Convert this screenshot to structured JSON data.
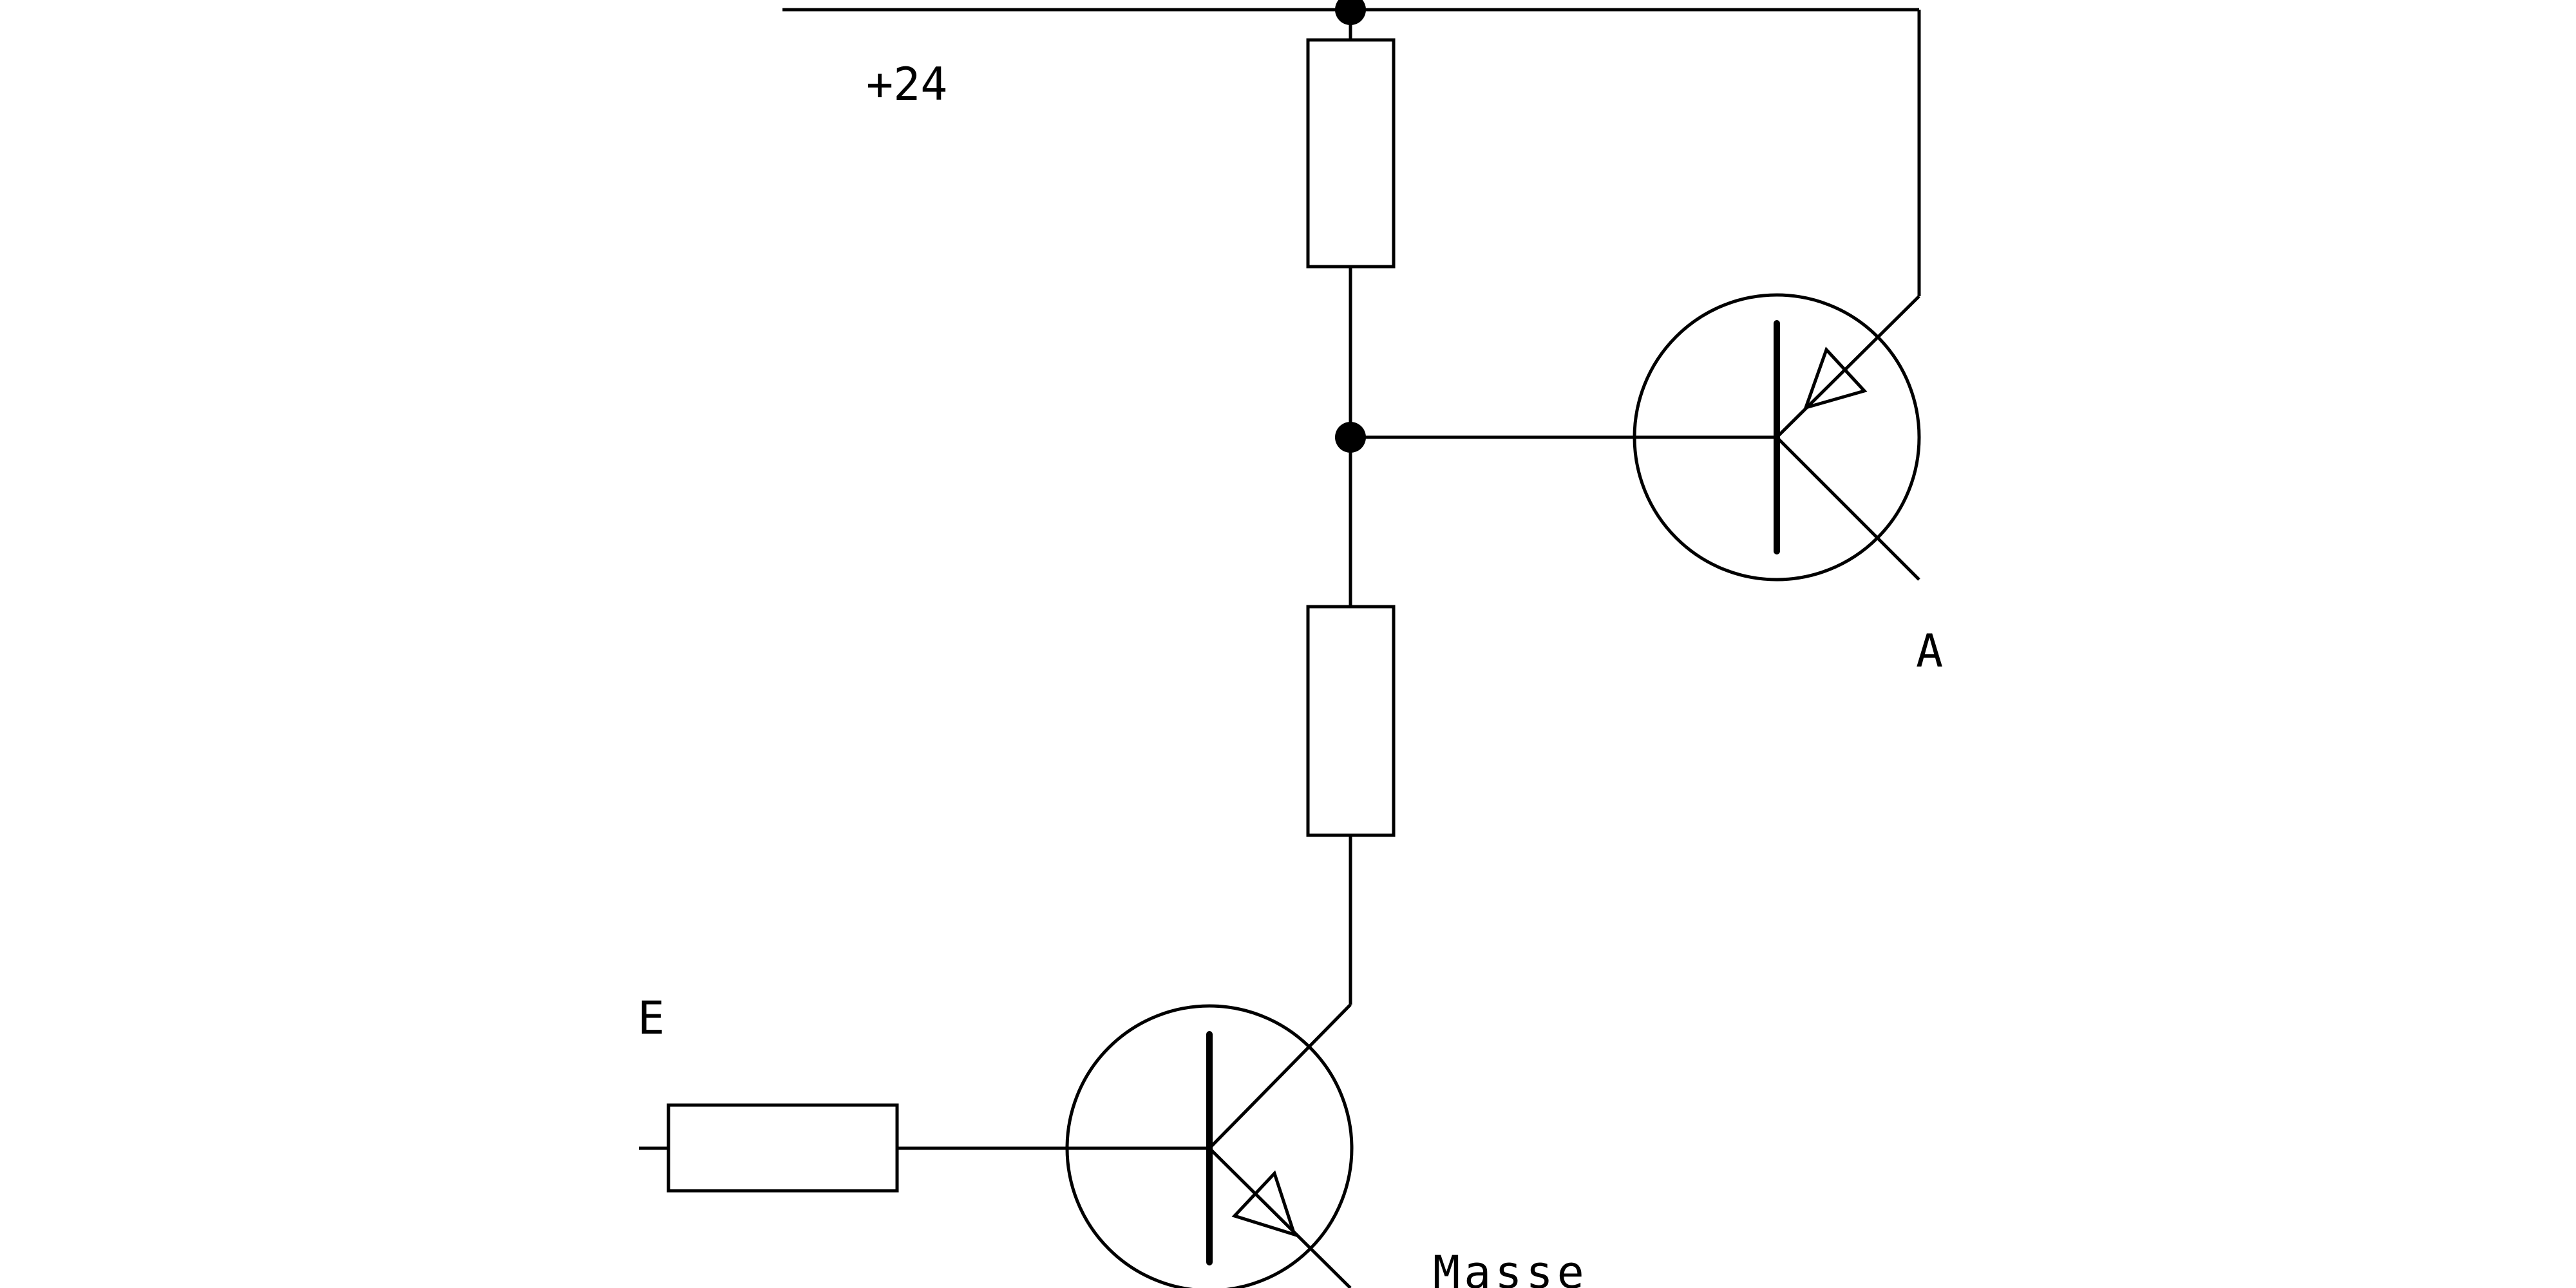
{
  "labels": {
    "supply": "+24",
    "output": "A",
    "input": "E",
    "ground": "Masse"
  },
  "components": {
    "resistors": [
      "top-resistor",
      "middle-resistor",
      "input-resistor"
    ],
    "transistors": [
      {
        "name": "top-transistor",
        "type": "PNP"
      },
      {
        "name": "bottom-transistor",
        "type": "NPN"
      }
    ],
    "junctions": [
      "supply-junction",
      "mid-junction"
    ]
  },
  "colors": {
    "line": "#000000",
    "background": "#ffffff"
  }
}
